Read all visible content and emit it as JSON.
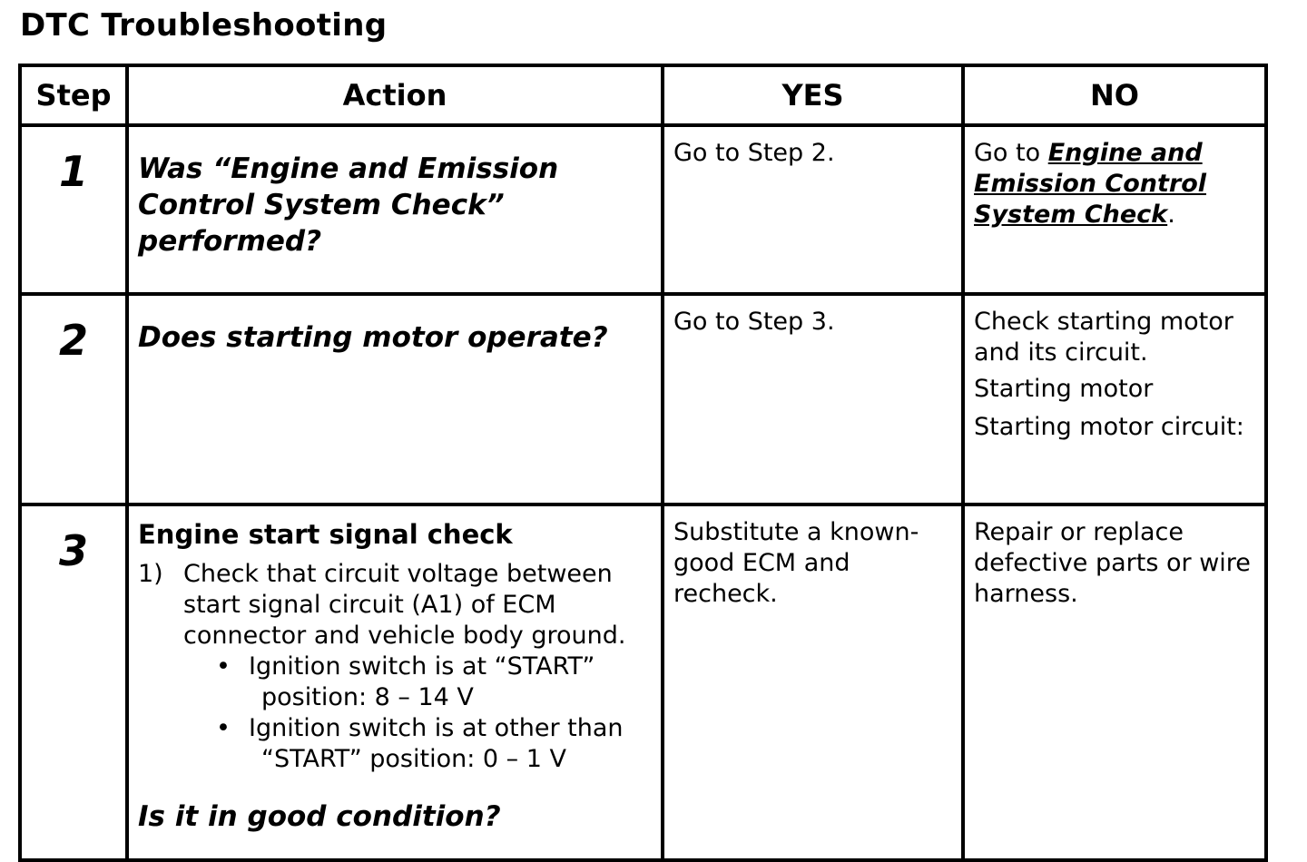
{
  "title": "DTC Troubleshooting",
  "headers": {
    "step": "Step",
    "action": "Action",
    "yes": "YES",
    "no": "NO"
  },
  "rows": [
    {
      "step": "1",
      "action": "Was “Engine and Emission Control System Check” performed?",
      "yes": "Go to Step 2.",
      "no_prefix": "Go to ",
      "no_link": "Engine and Emission Control System Check",
      "no_suffix": "."
    },
    {
      "step": "2",
      "action": "Does starting motor operate?",
      "yes": "Go to Step 3.",
      "no_main": "Check starting motor and its circuit.",
      "no_sub1": "Starting motor",
      "no_sub2": "Starting motor circuit:"
    },
    {
      "step": "3",
      "action_heading": "Engine start signal check",
      "action_item_num": "1)",
      "action_item_text": "Check that circuit voltage between start signal circuit (A1) of ECM connector and vehicle body ground.",
      "bullet1_line1": "Ignition switch is at “START”",
      "bullet1_line2": "position: 8 – 14 V",
      "bullet2_line1": "Ignition switch is at other than",
      "bullet2_line2": "“START” position: 0 – 1 V",
      "question": "Is it in good condition?",
      "yes": "Substitute a known-good ECM and recheck.",
      "no": "Repair or replace defective parts or wire harness."
    }
  ]
}
